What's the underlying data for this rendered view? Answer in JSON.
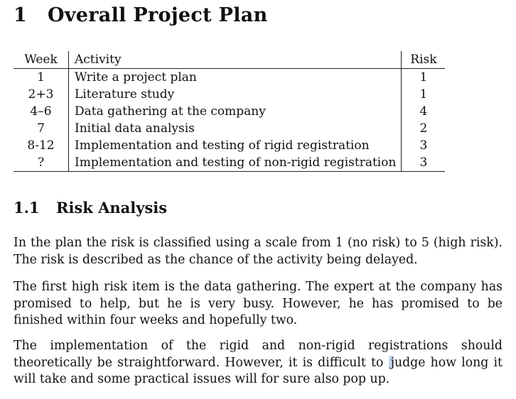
{
  "section": {
    "number": "1",
    "title": "Overall Project Plan"
  },
  "table": {
    "headers": {
      "week": "Week",
      "activity": "Activity",
      "risk": "Risk"
    },
    "rows": [
      {
        "week": "1",
        "activity": "Write a project plan",
        "risk": "1"
      },
      {
        "week": "2+3",
        "activity": "Literature study",
        "risk": "1"
      },
      {
        "week": "4–6",
        "activity": "Data gathering at the company",
        "risk": "4"
      },
      {
        "week": "7",
        "activity": "Initial data analysis",
        "risk": "2"
      },
      {
        "week": "8-12",
        "activity": "Implementation and testing of rigid registration",
        "risk": "3"
      },
      {
        "week": "?",
        "activity": "Implementation and testing of non-rigid registration",
        "risk": "3"
      }
    ]
  },
  "subsection": {
    "number": "1.1",
    "title": "Risk Analysis"
  },
  "paragraphs": [
    "In the plan the risk is classified using a scale from 1 (no risk) to 5 (high risk). The risk is described as the chance of the activity being delayed.",
    "The first high risk item is the data gathering. The expert at the company has promised to help, but he is very busy. However, he has promised to be finished within four weeks and hopefully two.",
    {
      "before_cursor": "The implementation of the rigid and non-rigid registrations should theoretically be straightforward. However, it is difficult to ",
      "after_cursor": "judge how long it will take and some practical issues will for sure also pop up."
    }
  ]
}
